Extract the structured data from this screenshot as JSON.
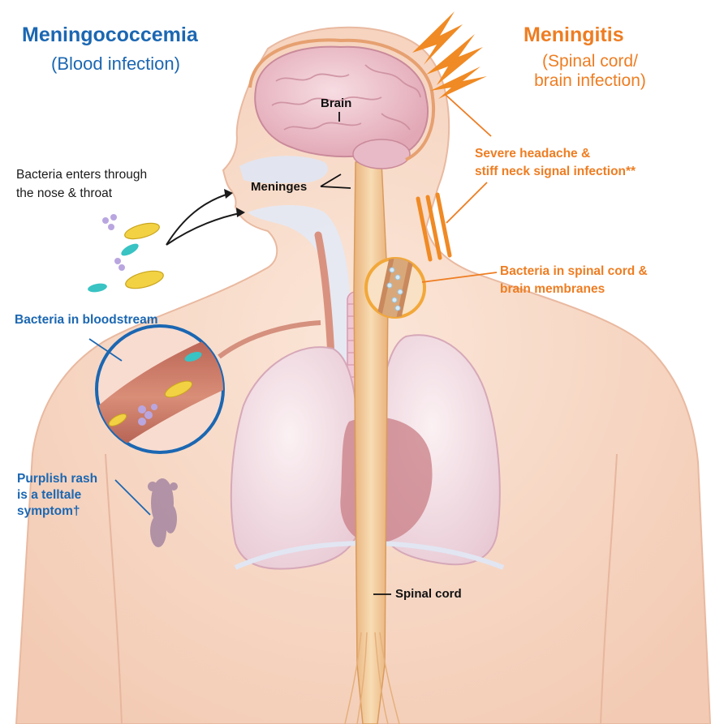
{
  "left_heading": {
    "title": "Meningococcemia",
    "subtitle": "(Blood infection)"
  },
  "right_heading": {
    "title": "Meningitis",
    "subtitle_line1": "(Spinal cord/",
    "subtitle_line2": "brain infection)"
  },
  "labels": {
    "brain": "Brain",
    "meninges": "Meninges",
    "spinal_cord": "Spinal cord",
    "bacteria_enters_line1": "Bacteria enters through",
    "bacteria_enters_line2": "the nose & throat",
    "bacteria_bloodstream": "Bacteria in bloodstream",
    "rash_line1": "Purplish rash",
    "rash_line2": "is a telltale",
    "rash_line3": "symptom†",
    "headache_line1": "Severe headache &",
    "headache_line2": "stiff neck signal infection**",
    "spinal_bacteria_line1": "Bacteria in spinal cord &",
    "spinal_bacteria_line2": "brain membranes"
  },
  "colors": {
    "blue": "#1b67b2",
    "orange": "#ee7d22",
    "skin": "#f8dccb",
    "brain": "#f0c6d0",
    "lung": "#f2dfe6",
    "spine": "#f3cf9e"
  }
}
